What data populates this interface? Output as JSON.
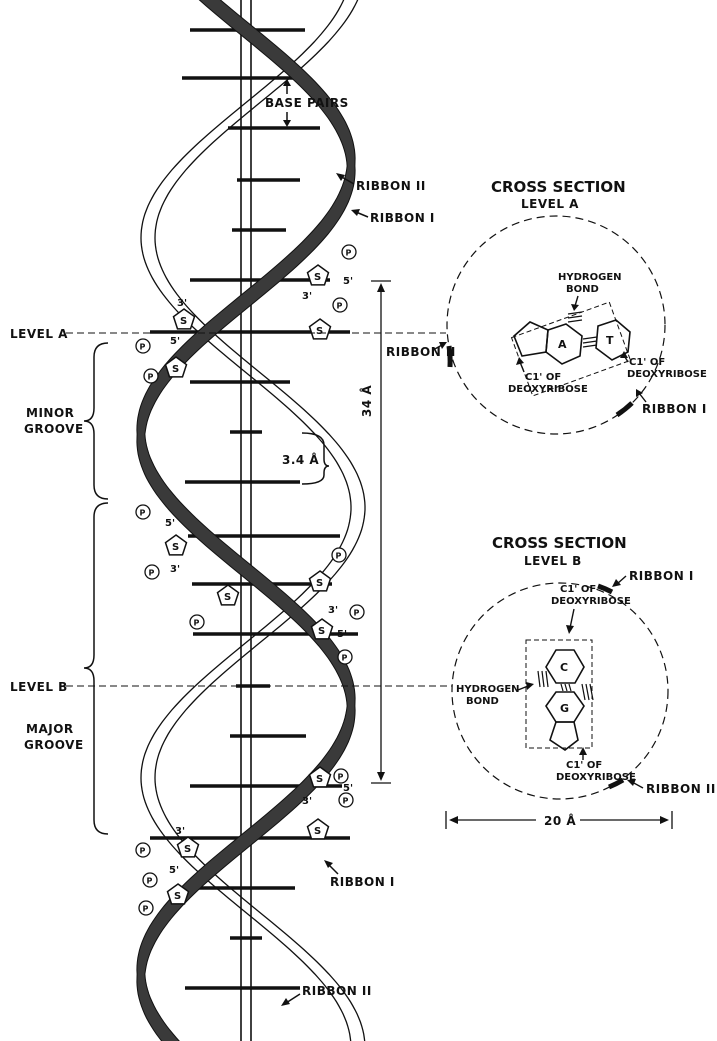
{
  "labels": {
    "base_pairs": "BASE PAIRS",
    "ribbon_1": "RIBBON I",
    "ribbon_2": "RIBBON II",
    "level_a": "LEVEL A",
    "level_b": "LEVEL B",
    "minor_groove_1": "MINOR",
    "minor_groove_2": "GROOVE",
    "major_groove_1": "MAJOR",
    "major_groove_2": "GROOVE",
    "pitch": "34 Å",
    "rise": "3.4 Å",
    "width": "20 Å"
  },
  "section_a": {
    "title": "CROSS SECTION",
    "level": "LEVEL A",
    "hydrogen_bond_1": "HYDROGEN",
    "hydrogen_bond_2": "BOND",
    "base_left": "A",
    "base_right": "T",
    "c1_left_1": "C1' OF",
    "c1_left_2": "DEOXYRIBOSE",
    "c1_right_1": "C1' OF",
    "c1_right_2": "DEOXYRIBOSE",
    "ribbon_left": "RIBBON II",
    "ribbon_right": "RIBBON I"
  },
  "section_b": {
    "title": "CROSS SECTION",
    "level": "LEVEL B",
    "hydrogen_bond_1": "HYDROGEN",
    "hydrogen_bond_2": "BOND",
    "base_top": "C",
    "base_bottom": "G",
    "c1_top_1": "C1' OF",
    "c1_top_2": "DEOXYRIBOSE",
    "c1_bottom_1": "C1' OF",
    "c1_bottom_2": "DEOXYRIBOSE",
    "ribbon_top": "RIBBON I",
    "ribbon_bottom": "RIBBON II"
  },
  "nucleotide": {
    "sugar": "S",
    "phosphate": "P",
    "end_3": "3'",
    "end_5": "5'"
  }
}
